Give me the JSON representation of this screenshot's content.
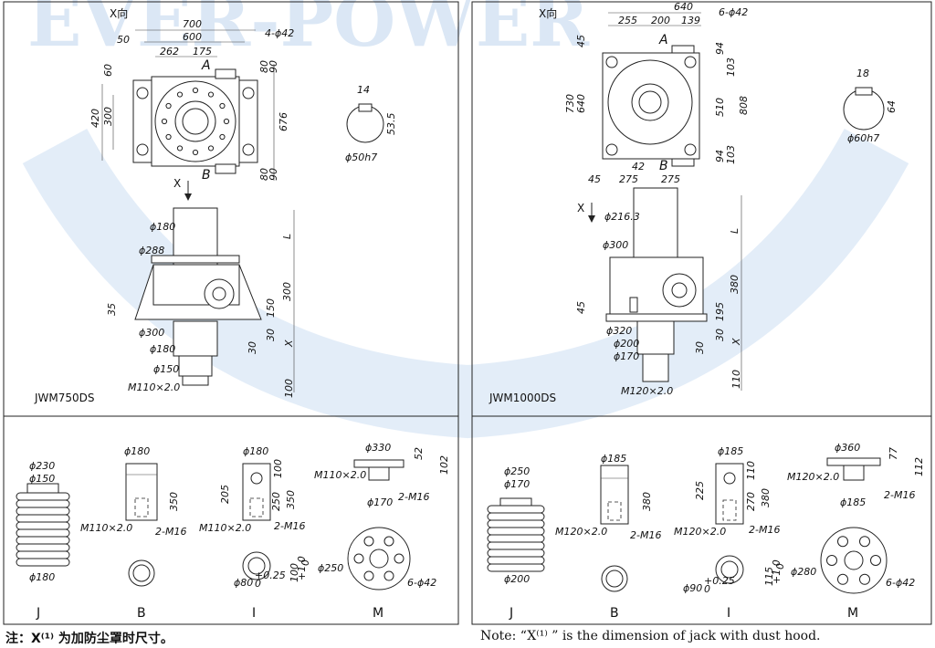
{
  "watermark": {
    "text": "EVER-POWER",
    "color": "#7fb2e0"
  },
  "left": {
    "model": "JWM750DS",
    "x_dir": "X向",
    "top": {
      "d700": "700",
      "d600": "600",
      "d50": "50",
      "d262": "262",
      "d175": "175",
      "holes": "4-ϕ42",
      "d60": "60",
      "d420": "420",
      "d300": "300",
      "d676": "676",
      "d80a": "80",
      "d90a": "90",
      "d80b": "80",
      "d90b": "90",
      "A": "A",
      "B": "B"
    },
    "key": {
      "d14": "14",
      "d53_5": "53.5",
      "shaft": "ϕ50h7"
    },
    "side": {
      "X": "X",
      "d180": "ϕ180",
      "d288": "ϕ288",
      "d35": "35",
      "d300": "ϕ300",
      "d180b": "ϕ180",
      "d150": "ϕ150",
      "thread": "M110×2.0",
      "L": "L",
      "h300": "300",
      "h150": "150",
      "h30a": "30",
      "h30b": "30",
      "hX": "X",
      "h100": "100"
    }
  },
  "right": {
    "model": "JWM1000DS",
    "x_dir": "X向",
    "top": {
      "d640": "640",
      "d255": "255",
      "d200": "200",
      "d139": "139",
      "holes": "6-ϕ42",
      "d45": "45",
      "d730": "730",
      "d640v": "640",
      "d94a": "94",
      "d103": "103",
      "d510": "510",
      "d808": "808",
      "d94b": "94",
      "d103b": "103",
      "d45b": "45",
      "d275a": "275",
      "d275b": "275",
      "d42": "42",
      "A": "A",
      "B": "B"
    },
    "key": {
      "d18": "18",
      "d64": "64",
      "shaft": "ϕ60h7"
    },
    "side": {
      "X": "X",
      "d216": "ϕ216.3",
      "d300": "ϕ300",
      "d45": "45",
      "d320": "ϕ320",
      "d200": "ϕ200",
      "d170": "ϕ170",
      "thread": "M120×2.0",
      "L": "L",
      "h380": "380",
      "h195": "195",
      "h30a": "30",
      "h30b": "30",
      "hX": "X",
      "h110": "110"
    }
  },
  "acc_left": {
    "J": {
      "label": "J",
      "d230": "ϕ230",
      "d150": "ϕ150",
      "d180": "ϕ180"
    },
    "B": {
      "label": "B",
      "d180": "ϕ180",
      "h350": "350",
      "thread": "M110×2.0",
      "m16": "2-M16"
    },
    "I": {
      "label": "I",
      "d180": "ϕ180",
      "h100": "100",
      "h205": "205",
      "h250": "250",
      "h350": "350",
      "thread": "M110×2.0",
      "m16": "2-M16",
      "d80": "ϕ80",
      "tol80": "+0.25",
      "tol80b": "0",
      "h100b": "100",
      "tol100": "+1.0",
      "tol100b": "0"
    },
    "M": {
      "label": "M",
      "d330": "ϕ330",
      "h52": "52",
      "h102": "102",
      "thread": "M110×2.0",
      "m16": "2-M16",
      "d170": "ϕ170",
      "d250": "ϕ250",
      "holes": "6-ϕ42"
    }
  },
  "acc_right": {
    "J": {
      "label": "J",
      "d250": "ϕ250",
      "d170": "ϕ170",
      "d200": "ϕ200"
    },
    "B": {
      "label": "B",
      "d185": "ϕ185",
      "h380": "380",
      "thread": "M120×2.0",
      "m16": "2-M16"
    },
    "I": {
      "label": "I",
      "d185": "ϕ185",
      "h110": "110",
      "h225": "225",
      "h270": "270",
      "h380": "380",
      "thread": "M120×2.0",
      "m16": "2-M16",
      "d90": "ϕ90",
      "tol90": "+0.25",
      "tol90b": "0",
      "h115": "115",
      "tol115": "+1.0",
      "tol115b": "0"
    },
    "M": {
      "label": "M",
      "d360": "ϕ360",
      "h77": "77",
      "h112": "112",
      "thread": "M120×2.0",
      "m16": "2-M16",
      "d185": "ϕ185",
      "d280": "ϕ280",
      "holes": "6-ϕ42"
    }
  },
  "notes": {
    "zh": "注：X⁽¹⁾ 为加防尘罩时尺寸。",
    "en": "Note: “X⁽¹⁾ ” is the dimension of jack with dust hood."
  }
}
